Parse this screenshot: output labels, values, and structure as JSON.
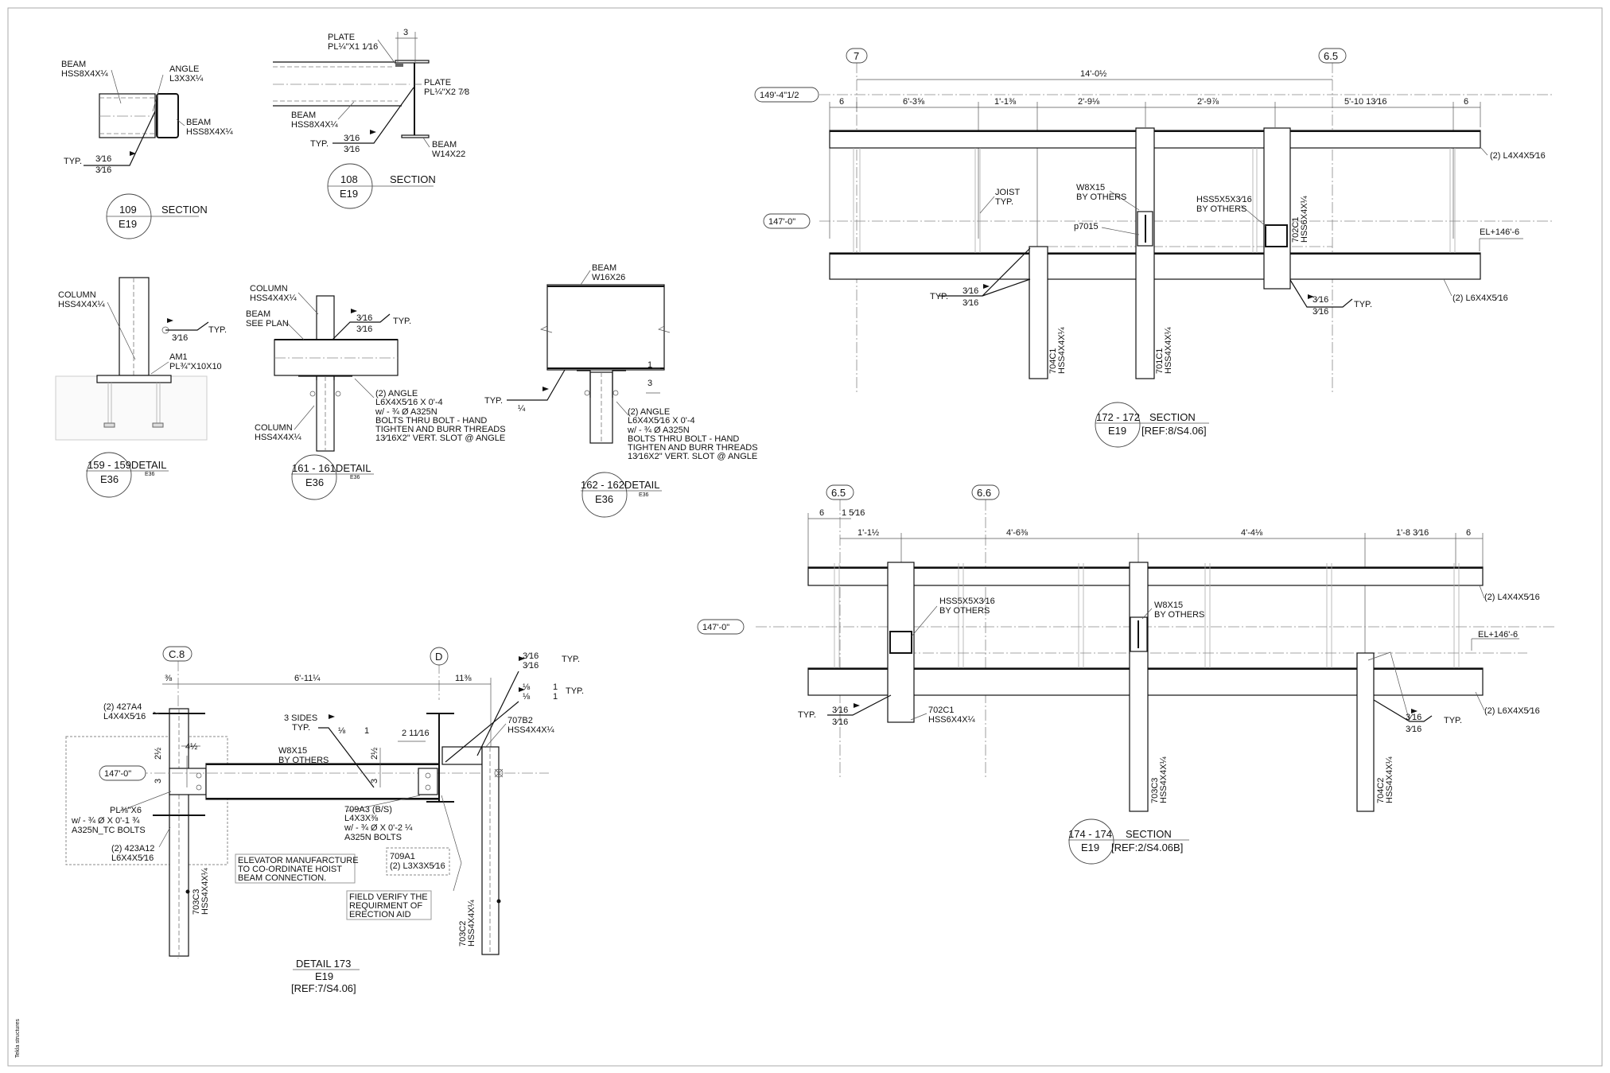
{
  "sheet": {
    "side_note": "Tekla structures"
  },
  "d109": {
    "beam1": [
      "BEAM",
      "HSS8X4X¼"
    ],
    "angle": [
      "ANGLE",
      "L3X3X¼"
    ],
    "beam2": [
      "BEAM",
      "HSS8X4X¼"
    ],
    "typ": "TYP.",
    "weld": [
      "3⁄16",
      "3⁄16"
    ],
    "num": "109",
    "sheet": "E19",
    "title": "SECTION"
  },
  "d108": {
    "plate1": [
      "PLATE",
      "PL¼\"X1 1⁄16"
    ],
    "dim": "3",
    "plate2": [
      "PLATE",
      "PL¼\"X2 7⁄8"
    ],
    "beam1": [
      "BEAM",
      "HSS8X4X¼"
    ],
    "beam2": [
      "BEAM",
      "W14X22"
    ],
    "typ": "TYP.",
    "weld": [
      "3⁄16",
      "3⁄16"
    ],
    "num": "108",
    "sheet": "E19",
    "title": "SECTION"
  },
  "d159": {
    "column": [
      "COLUMN",
      "HSS4X4X¼"
    ],
    "weld": "3⁄16",
    "typ": "TYP.",
    "plate": [
      "AM1",
      "PL¾\"X10X10"
    ],
    "title": "159 - 159DETAIL",
    "sheet": "E36",
    "small": "E36"
  },
  "d161": {
    "column1": [
      "COLUMN",
      "HSS4X4X¼"
    ],
    "beam": [
      "BEAM",
      "SEE PLAN"
    ],
    "weld": [
      "3⁄16",
      "3⁄16"
    ],
    "typ": "TYP.",
    "angle": [
      "(2) ANGLE",
      "L6X4X5⁄16 X 0'-4",
      "w/ - ¾ Ø  A325N",
      "BOLTS THRU BOLT - HAND",
      "TIGHTEN AND BURR THREADS",
      "13⁄16X2\"  VERT. SLOT @ ANGLE"
    ],
    "column2": [
      "COLUMN",
      "HSS4X4X¼"
    ],
    "title": "161 - 161DETAIL",
    "sheet": "E36",
    "small": "E36"
  },
  "d162": {
    "beam": [
      "BEAM",
      "W16X26"
    ],
    "typ": "TYP.",
    "weld": "¼",
    "dims": [
      "1",
      "3"
    ],
    "angle": [
      "(2) ANGLE",
      "L6X4X5⁄16 X 0'-4",
      "w/ - ¾ Ø  A325N",
      "BOLTS THRU BOLT - HAND",
      "TIGHTEN AND BURR THREADS",
      "13⁄16X2\"  VERT. SLOT @ ANGLE"
    ],
    "title": "162 - 162DETAIL",
    "sheet": "E36",
    "small": "E36"
  },
  "s172": {
    "grids": [
      "7",
      "6.5"
    ],
    "overall": "14'-0½",
    "level_top": "149'-4\"1/2",
    "level_mid": "147'-0\"",
    "dims": [
      "6",
      "6'-3⅝",
      "1'-1⅜",
      "2'-9⅛",
      "2'-9⅞",
      "5'-10 13⁄16",
      "6"
    ],
    "top_angle": "(2) L4X4X5⁄16",
    "bottom_angle": "(2) L6X4X5⁄16",
    "joist": [
      "JOIST",
      "TYP."
    ],
    "w8": [
      "W8X15",
      "BY OTHERS"
    ],
    "hss": [
      "HSS5X5X3⁄16",
      "BY OTHERS"
    ],
    "tag": "p7015",
    "el": "EL+146'-6",
    "typ": "TYP.",
    "weld": [
      "3⁄16",
      "3⁄16"
    ],
    "cols": [
      [
        "704C1",
        "HSS4X4X¼"
      ],
      [
        "701C1",
        "HSS4X4X¼"
      ],
      [
        "702C1",
        "HSS6X4X¼"
      ]
    ],
    "title": "172 - 172",
    "title2": "SECTION",
    "sheet": "E19",
    "ref": "[REF:8/S4.06]"
  },
  "s174": {
    "grids": [
      "6.5",
      "6.6"
    ],
    "level_mid": "147'-0\"",
    "dims_row1": [
      "6",
      "1 5⁄16"
    ],
    "dims_row2": [
      "1'-1½",
      "4'-6⅜",
      "4'-4⅛",
      "1'-8 3⁄16",
      "6"
    ],
    "top_angle": "(2) L4X4X5⁄16",
    "bottom_angle": "(2) L6X4X5⁄16",
    "hss": [
      "HSS5X5X3⁄16",
      "BY OTHERS"
    ],
    "w8": [
      "W8X15",
      "BY OTHERS"
    ],
    "el": "EL+146'-6",
    "typ": "TYP.",
    "weld": [
      "3⁄16",
      "3⁄16"
    ],
    "col702": [
      "702C1",
      "HSS6X4X¼"
    ],
    "cols": [
      [
        "703C3",
        "HSS4X4X¼"
      ],
      [
        "704C2",
        "HSS4X4X¼"
      ]
    ],
    "title": "174 - 174",
    "title2": "SECTION",
    "sheet": "E19",
    "ref": "[REF:2/S4.06B]"
  },
  "d173": {
    "grids": [
      "C.8",
      "D"
    ],
    "dims": [
      "⅜",
      "6'-11¼",
      "11⅜"
    ],
    "level": "147'-0\"",
    "a427": [
      "(2) 427A4",
      "L4X4X5⁄16"
    ],
    "sides": [
      "3 SIDES",
      "TYP."
    ],
    "sides_weld": [
      "⅛",
      "1"
    ],
    "w8": [
      "W8X15",
      "BY OTHERS"
    ],
    "dim_2_11": "2 11⁄16",
    "dim_4_half": "4½",
    "dim_2_half": [
      "2½",
      "2½"
    ],
    "dim_3": [
      "3",
      "3"
    ],
    "b707": [
      "707B2",
      "HSS4X4X¼"
    ],
    "weld_top": [
      "3⁄16",
      "3⁄16",
      "TYP."
    ],
    "weld_2": [
      "⅛",
      "⅛",
      "1",
      "1",
      "TYP."
    ],
    "pl": [
      "PL⅜\"X6",
      "w/ - ¾ Ø X  0'-1 ¾",
      "A325N_TC BOLTS"
    ],
    "a423": [
      "(2) 423A12",
      "L6X4X5⁄16"
    ],
    "elevator_note": [
      "ELEVATOR MANUFARCTURE",
      "TO CO-ORDINATE HOIST",
      "BEAM CONNECTION."
    ],
    "a709a3": [
      "709A3 (B/S)",
      "L4X3X⅜",
      "w/ - ¾ Ø X  0'-2 ¼",
      "A325N BOLTS"
    ],
    "a709a1": [
      "709A1",
      "(2) L3X3X5⁄16"
    ],
    "field_note": [
      "FIELD VERIFY THE",
      "REQUIRMENT OF",
      "ERECTION AID"
    ],
    "col_left": [
      "703C3",
      "HSS4X4X¼"
    ],
    "col_right": [
      "703C2",
      "HSS4X4X¼"
    ],
    "title": "DETAIL 173",
    "sheet": "E19",
    "ref": "[REF:7/S4.06]"
  }
}
